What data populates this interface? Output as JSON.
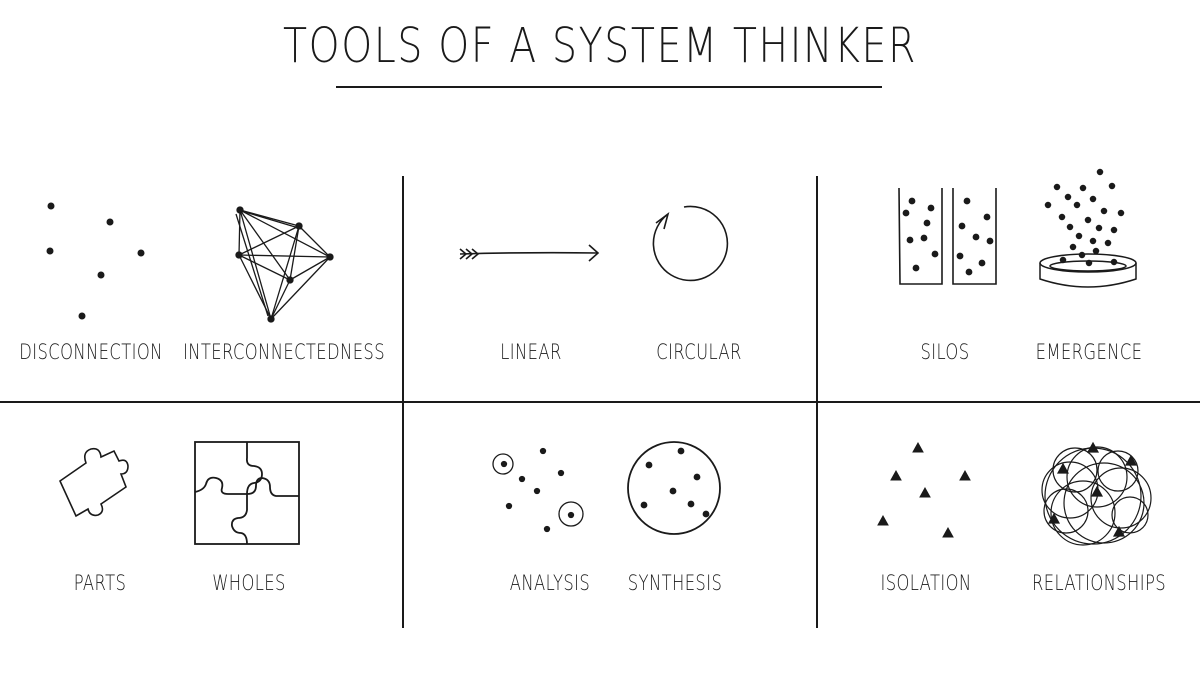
{
  "title": "TOOLS OF A SYSTEM THINKER",
  "pairs": [
    {
      "left": "DISCONNECTION",
      "right": "INTERCONNECTEDNESS"
    },
    {
      "left": "LINEAR",
      "right": "CIRCULAR"
    },
    {
      "left": "SILOS",
      "right": "EMERGENCE"
    },
    {
      "left": "PARTS",
      "right": "WHOLES"
    },
    {
      "left": "ANALYSIS",
      "right": "SYNTHESIS"
    },
    {
      "left": "ISOLATION",
      "right": "RELATIONSHIPS"
    }
  ],
  "colors": {
    "ink": "#1a1a1a",
    "background": "#ffffff"
  }
}
